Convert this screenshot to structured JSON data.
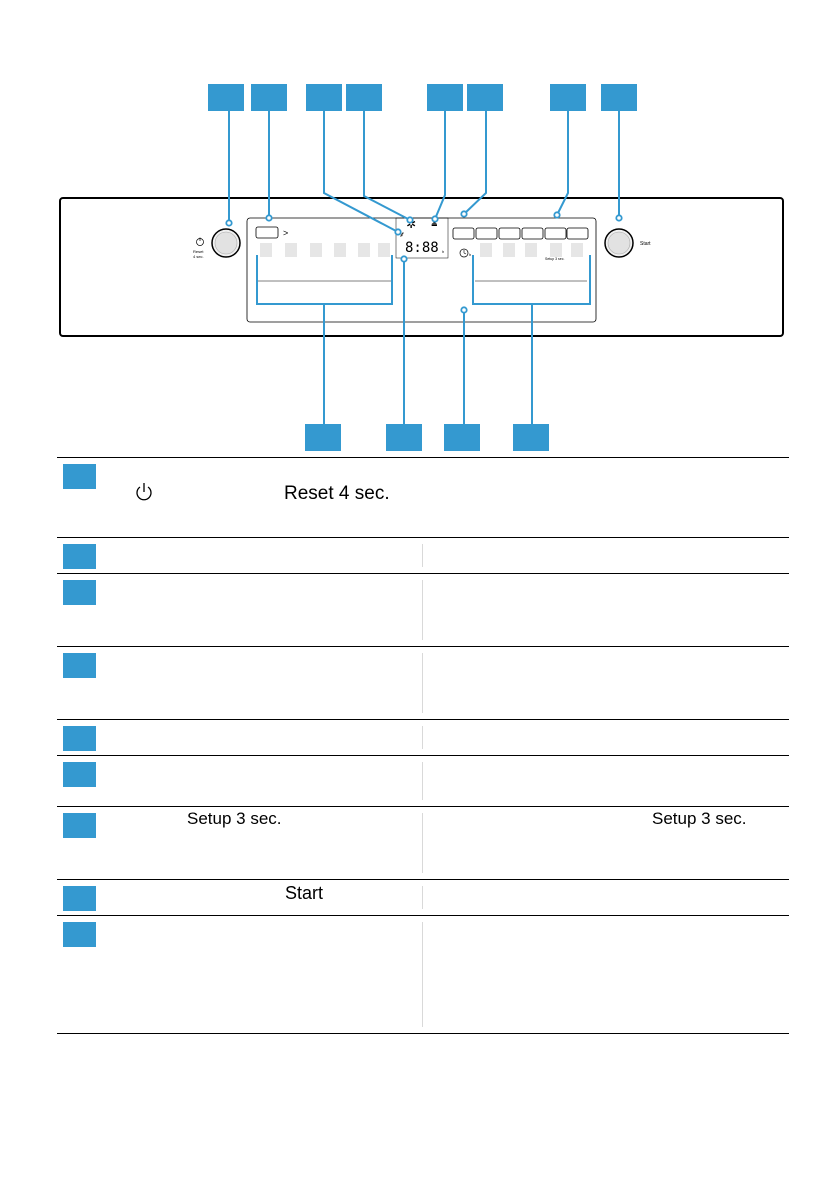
{
  "panel": {
    "reset_label_line1": "Reset",
    "reset_label_line2": "4 sec.",
    "start_label": "Start",
    "setup_label": "Setup 3 sec.",
    "display_digits": "8:88",
    "display_unit": "h",
    "program_arrow": ">",
    "timer_suffix": "h"
  },
  "table": {
    "row1_left_text": "Reset 4 sec.",
    "row7_left_text": "Setup 3 sec.",
    "row7_right_text": "Setup 3 sec.",
    "row8_left_text": "Start"
  },
  "colors": {
    "callout": "#3499d0",
    "leader": "#3499d0",
    "panel_stroke": "#000000"
  },
  "icons": [
    "power-icon",
    "snowflake-icon",
    "rinse-aid-icon",
    "salt-icon",
    "timer-icon",
    "arrow-icon"
  ]
}
